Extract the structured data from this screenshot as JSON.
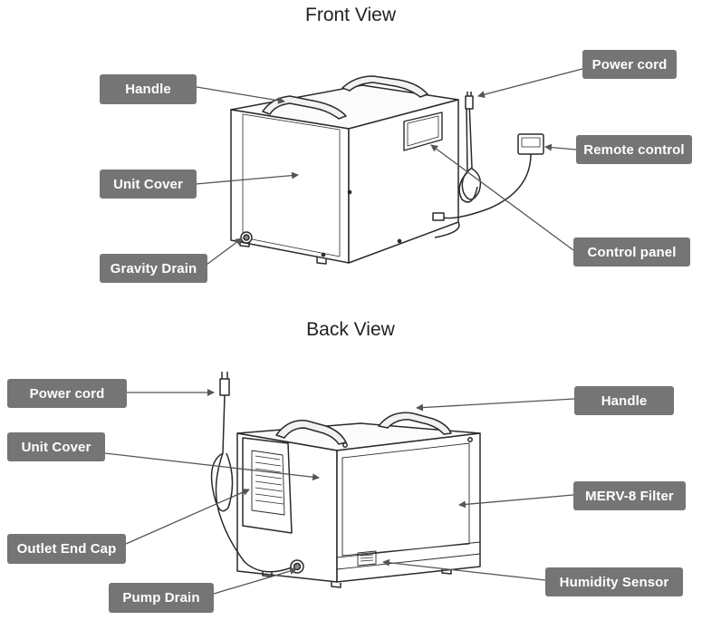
{
  "front": {
    "title": "Front View",
    "labels": {
      "handle": "Handle",
      "unit_cover": "Unit Cover",
      "gravity_drain": "Gravity Drain",
      "power_cord": "Power cord",
      "remote_control": "Remote control",
      "control_panel": "Control panel"
    }
  },
  "back": {
    "title": "Back View",
    "labels": {
      "power_cord": "Power cord",
      "unit_cover": "Unit Cover",
      "outlet_end_cap": "Outlet End Cap",
      "pump_drain": "Pump Drain",
      "handle": "Handle",
      "merv_filter": "MERV-8 Filter",
      "humidity_sensor": "Humidity Sensor"
    }
  },
  "colors": {
    "label_bg": "#757575",
    "label_text": "#ffffff",
    "line": "#2a2a2a",
    "leader": "#555555"
  }
}
